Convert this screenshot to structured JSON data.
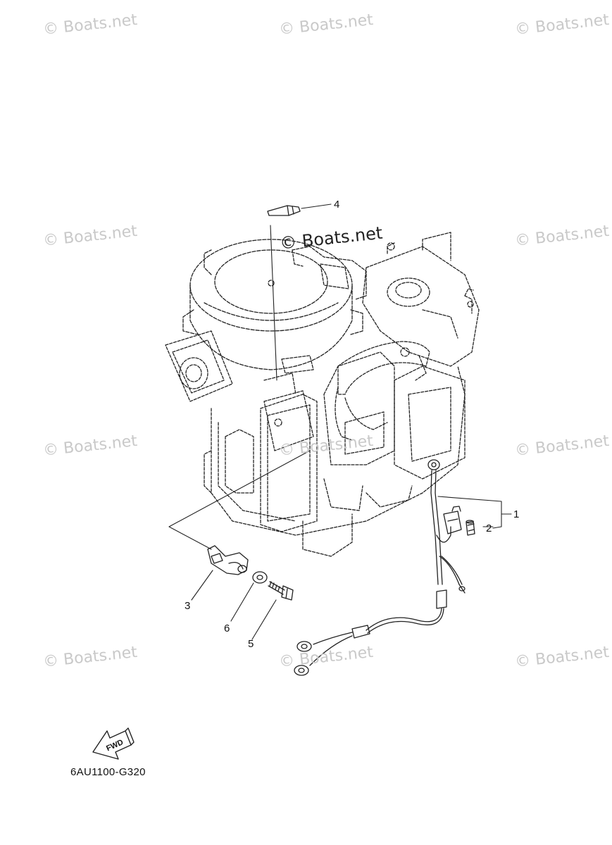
{
  "watermarks": {
    "text": "© Boats.net",
    "main_text": "© Boats.net"
  },
  "callouts": {
    "c1": "1",
    "c2": "2",
    "c3": "3",
    "c4": "4",
    "c5": "5",
    "c6": "6"
  },
  "fwd_label": "FWD",
  "diagram_code": "6AU1100-G320",
  "colors": {
    "line": "#222222",
    "watermark": "#c9c9c9"
  }
}
